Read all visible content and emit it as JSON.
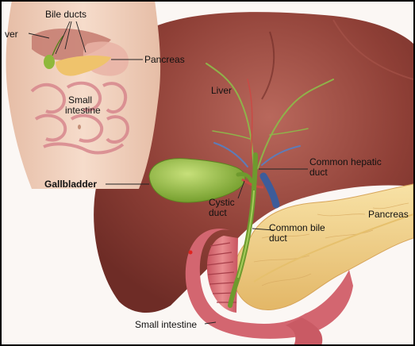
{
  "labels": {
    "bile_ducts": "Bile ducts",
    "liver_inset": "ver",
    "pancreas_inset": "Pancreas",
    "small_intestine_inset_line1": "Small",
    "small_intestine_inset_line2": "intestine",
    "liver_main": "Liver",
    "gallbladder": "Gallbladder",
    "common_hepatic_duct_line1": "Common hepatic",
    "common_hepatic_duct_line2": "duct",
    "cystic_duct_line1": "Cystic",
    "cystic_duct_line2": "duct",
    "pancreas_main": "Pancreas",
    "common_bile_duct_line1": "Common bile",
    "common_bile_duct_line2": "duct",
    "small_intestine_main": "Small intestine"
  },
  "colors": {
    "liver": "#8e3f36",
    "liver_highlight": "#b9685c",
    "gallbladder": "#8dbb3a",
    "pancreas": "#f3d48c",
    "intestine": "#d96b73",
    "skin": "#f1d2bf",
    "vessel_blue": "#3d5c9a",
    "duct_green": "#6e9a2e"
  }
}
